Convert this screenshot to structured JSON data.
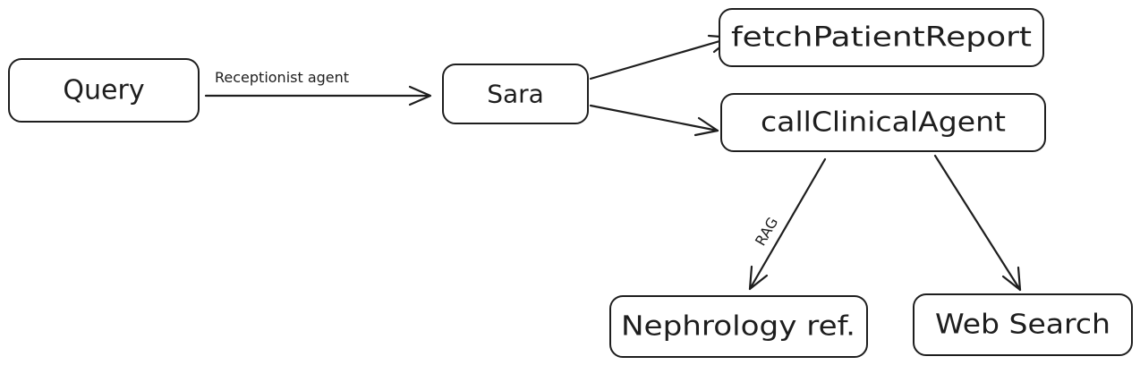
{
  "diagram": {
    "nodes": {
      "query": "Query",
      "sara": "Sara",
      "fetch_patient_report": "fetchPatientReport",
      "call_clinical_agent": "callClinicalAgent",
      "nephrology_ref": "Nephrology ref.",
      "web_search": "Web Search"
    },
    "edges": {
      "query_to_sara": "Receptionist agent",
      "clinical_to_nephrology": "RAG"
    }
  }
}
